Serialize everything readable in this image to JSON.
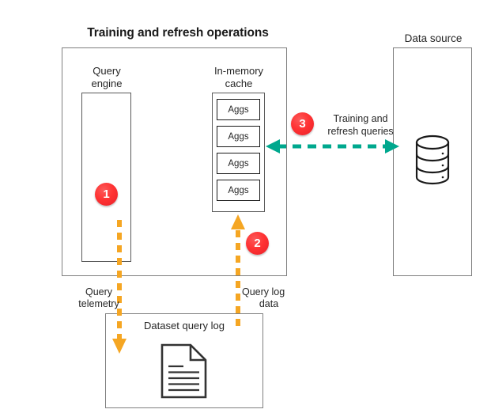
{
  "diagram": {
    "title": "Training and refresh operations",
    "data_source_title": "Data source",
    "colors": {
      "badge_red": "#f33333",
      "arrow_orange": "#f5a623",
      "arrow_green": "#00a88e",
      "box_border": "#7f7f7f",
      "inner_border": "#595959",
      "text": "#262626"
    }
  },
  "main_box": {
    "query_engine": {
      "label": "Query\nengine",
      "label_line1": "Query",
      "label_line2": "engine"
    },
    "in_memory_cache": {
      "label_line1": "In-memory",
      "label_line2": "cache",
      "chips": [
        {
          "label": "Aggs"
        },
        {
          "label": "Aggs"
        },
        {
          "label": "Aggs"
        },
        {
          "label": "Aggs"
        }
      ]
    }
  },
  "data_source": {
    "title": "Data source",
    "icon": "database-cylinder-icon"
  },
  "dataset_query_log": {
    "title": "Dataset query log",
    "icon": "document-icon"
  },
  "badges": [
    {
      "id": "1",
      "number": "1"
    },
    {
      "id": "2",
      "number": "2"
    },
    {
      "id": "3",
      "number": "3"
    }
  ],
  "flows": [
    {
      "id": "query-telemetry",
      "label_line1": "Query",
      "label_line2": "telemetry",
      "direction": "down",
      "color": "#f5a623",
      "style": "dashed",
      "badge": "1"
    },
    {
      "id": "query-log-data",
      "label_line1": "Query log",
      "label_line2": "data",
      "direction": "up",
      "color": "#f5a623",
      "style": "dashed",
      "badge": "2"
    },
    {
      "id": "training-refresh-queries",
      "label_line1": "Training and",
      "label_line2": "refresh queries",
      "direction": "bidirectional",
      "color": "#00a88e",
      "style": "dashed",
      "badge": "3"
    }
  ]
}
